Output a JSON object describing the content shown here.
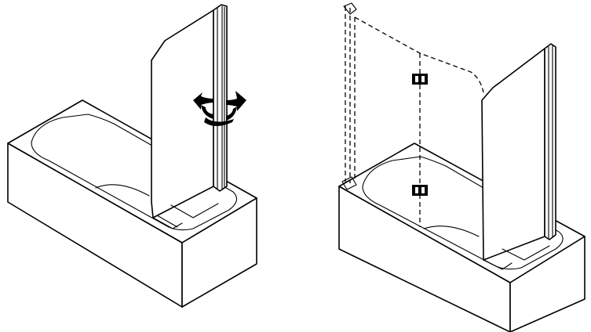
{
  "figure": {
    "panels": [
      {
        "id": "left",
        "subject": "bath-with-single-pivoting-screen"
      },
      {
        "id": "right",
        "subject": "bath-with-folding-two-panel-screen"
      }
    ],
    "icons": [
      "rotate-arrow-icon",
      "hinge-icon"
    ],
    "colors": {
      "line": "#000000",
      "background": "#ffffff"
    }
  }
}
